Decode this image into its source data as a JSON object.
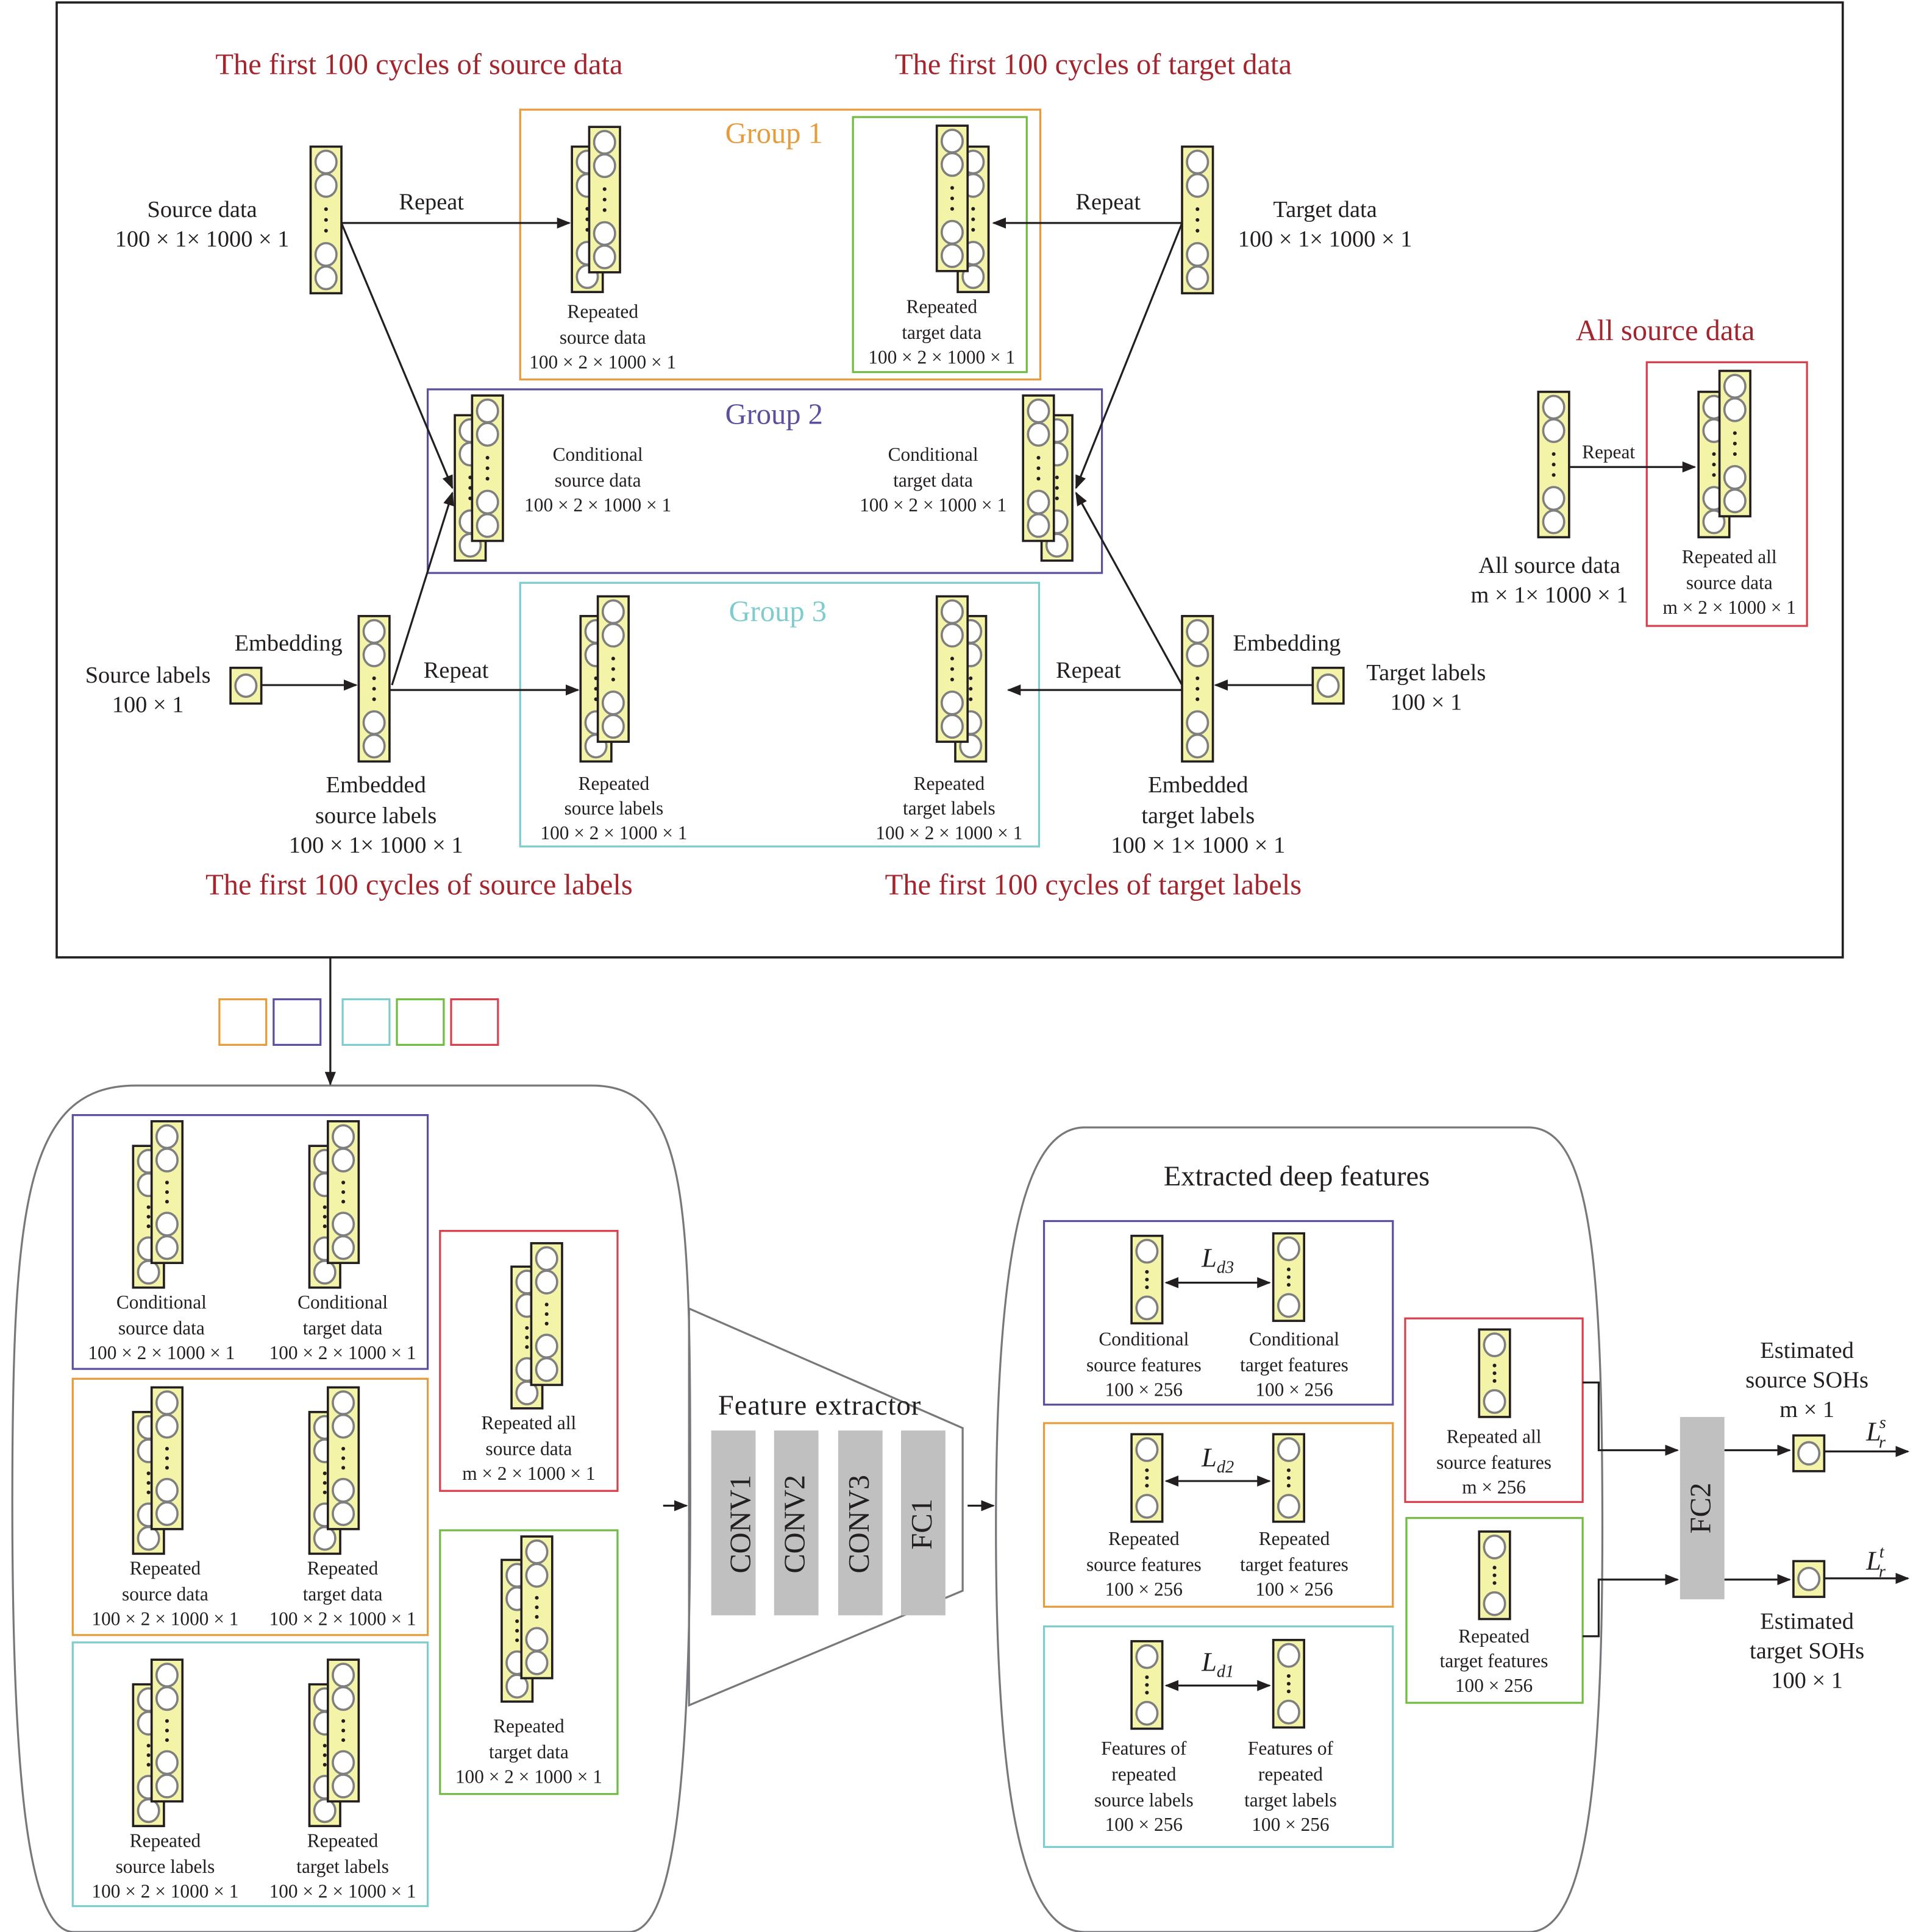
{
  "colors": {
    "orange": "#e69b3c",
    "purple": "#5b509e",
    "cyan": "#7fcccf",
    "green": "#72bb45",
    "red": "#d8404e",
    "title_red": "#a3262f",
    "vector_fill": "#f4f4a8",
    "layer_gray": "#c0c0c0"
  },
  "top": {
    "titles": {
      "source_data": "The first 100 cycles of source data",
      "target_data": "The first 100 cycles of target data",
      "source_labels": "The first 100 cycles of source labels",
      "target_labels": "The first 100 cycles of target labels",
      "all_source": "All source data"
    },
    "inputs": {
      "source_data": {
        "name": "Source data",
        "shape": "100 × 1× 1000  × 1"
      },
      "target_data": {
        "name": "Target data",
        "shape": "100 × 1× 1000 × 1"
      },
      "source_labels": {
        "name": "Source labels",
        "shape": "100 × 1"
      },
      "target_labels": {
        "name": "Target labels",
        "shape": "100 × 1"
      },
      "all_source": {
        "name": "All source data",
        "shape": "m × 1× 1000 × 1"
      }
    },
    "ops": {
      "repeat": "Repeat",
      "embedding": "Embedding"
    },
    "embedded": {
      "source": {
        "line1": "Embedded",
        "line2": "source labels",
        "shape": "100 × 1× 1000 × 1"
      },
      "target": {
        "line1": "Embedded",
        "line2": "target labels",
        "shape": "100 × 1× 1000 × 1"
      }
    },
    "groups": {
      "group1": {
        "title": "Group 1",
        "left": {
          "line1": "Repeated",
          "line2": "source data",
          "shape": "100 × 2 × 1000 × 1"
        },
        "right": {
          "line1": "Repeated",
          "line2": "target data",
          "shape": "100 × 2 × 1000 × 1"
        }
      },
      "group2": {
        "title": "Group 2",
        "left": {
          "line1": "Conditional",
          "line2": "source data",
          "shape": "100 × 2 × 1000 × 1"
        },
        "right": {
          "line1": "Conditional",
          "line2": "target data",
          "shape": "100 × 2 × 1000 × 1"
        }
      },
      "group3": {
        "title": "Group 3",
        "left": {
          "line1": "Repeated",
          "line2": "source labels",
          "shape": "100 × 2 × 1000 × 1"
        },
        "right": {
          "line1": "Repeated",
          "line2": "target labels",
          "shape": "100 × 2 × 1000 × 1"
        }
      }
    },
    "repeated_all": {
      "line1": "Repeated all",
      "line2": "source data",
      "shape": "m × 2 × 1000 × 1"
    }
  },
  "inputs_panel": {
    "conditional": {
      "left": {
        "line1": "Conditional",
        "line2": "source data",
        "shape": "100 × 2 × 1000 × 1"
      },
      "right": {
        "line1": "Conditional",
        "line2": "target data",
        "shape": "100 × 2 × 1000 × 1"
      }
    },
    "repeated": {
      "left": {
        "line1": "Repeated",
        "line2": "source data",
        "shape": "100 × 2 × 1000 × 1"
      },
      "right": {
        "line1": "Repeated",
        "line2": "target data",
        "shape": "100 × 2 × 1000 × 1"
      }
    },
    "labels": {
      "left": {
        "line1": "Repeated",
        "line2": "source labels",
        "shape": "100 × 2 × 1000 × 1"
      },
      "right": {
        "line1": "Repeated",
        "line2": "target labels",
        "shape": "100 × 2 × 1000 × 1"
      }
    },
    "all_source": {
      "line1": "Repeated all",
      "line2": "source data",
      "shape": "m × 2 × 1000 × 1"
    },
    "target": {
      "line1": "Repeated",
      "line2": "target data",
      "shape": "100 × 2 × 1000 × 1"
    }
  },
  "extractor": {
    "title": "Feature extractor",
    "layers": [
      "CONV1",
      "CONV2",
      "CONV3",
      "FC1"
    ]
  },
  "features_panel": {
    "title": "Extracted deep features",
    "conditional": {
      "loss": "L",
      "loss_sub": "d3",
      "left": {
        "line1": "Conditional",
        "line2": "source features",
        "shape": "100 × 256"
      },
      "right": {
        "line1": "Conditional",
        "line2": "target features",
        "shape": "100 × 256"
      }
    },
    "repeated": {
      "loss": "L",
      "loss_sub": "d2",
      "left": {
        "line1": "Repeated",
        "line2": "source features",
        "shape": "100 × 256"
      },
      "right": {
        "line1": "Repeated",
        "line2": "target features",
        "shape": "100 × 256"
      }
    },
    "labels": {
      "loss": "L",
      "loss_sub": "d1",
      "left": {
        "line1": "Features of",
        "line2": "repeated",
        "line3": "source labels",
        "shape": "100 × 256"
      },
      "right": {
        "line1": "Features of",
        "line2": "repeated",
        "line3": "target labels",
        "shape": "100 × 256"
      }
    },
    "all_source": {
      "line1": "Repeated all",
      "line2": "source features",
      "shape": "m × 256"
    },
    "target": {
      "line1": "Repeated",
      "line2": "target features",
      "shape": "100 × 256"
    }
  },
  "regressor": {
    "layer": "FC2",
    "source_out": {
      "line1": "Estimated",
      "line2": "source SOHs",
      "shape": "m × 1",
      "loss": "L",
      "loss_sub": "r",
      "loss_sup": "s"
    },
    "target_out": {
      "line1": "Estimated",
      "line2": "target SOHs",
      "shape": "100 × 1",
      "loss": "L",
      "loss_sub": "r",
      "loss_sup": "t"
    }
  }
}
